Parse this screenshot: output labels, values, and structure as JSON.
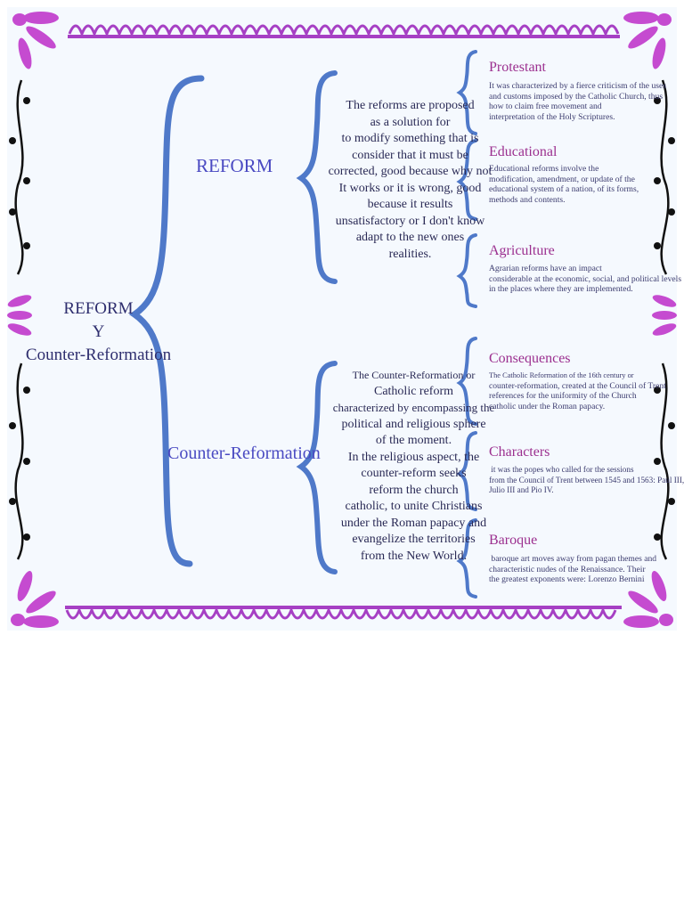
{
  "main_title": [
    "REFORM",
    "Y",
    "Counter-Reformation"
  ],
  "reform": {
    "label": "REFORM",
    "definition": [
      "The reforms are proposed",
      "as a solution for",
      "to modify something that is",
      "consider that it must be",
      "corrected, good because why not",
      "It works or it is wrong, good",
      "because it results",
      "unsatisfactory or I don't know",
      "adapt to the new ones",
      "realities."
    ],
    "types": [
      {
        "heading": "Protestant",
        "lines": [
          "It was characterized by a fierce criticism of the uses",
          "and customs imposed by the Catholic Church, thus",
          "how to claim free movement and",
          "interpretation of the Holy Scriptures."
        ]
      },
      {
        "heading": "Educational",
        "lines": [
          "Educational reforms involve the",
          "modification, amendment, or update of the",
          "educational system of a nation, of its forms,",
          "methods and contents."
        ]
      },
      {
        "heading": "Agriculture",
        "lines": [
          "Agrarian reforms have an impact",
          "considerable at the economic, social, and political levels",
          "in the places where they are implemented."
        ]
      }
    ]
  },
  "counter_reformation": {
    "label": "Counter-Reformation",
    "definition": [
      "The Counter-Reformation or",
      "Catholic reform",
      "characterized by encompassing the",
      "political and religious sphere",
      "of the moment.",
      "In the religious aspect, the",
      "counter-reform seeks",
      "reform the church",
      "catholic, to unite Christians",
      "under the Roman papacy and",
      "evangelize the territories",
      "from the New World."
    ],
    "aspects": [
      {
        "heading": "Consequences",
        "lines": [
          "The Catholic Reformation of the 16th century or",
          "counter-reformation, created at the Council of Trent",
          "references for the uniformity of the Church",
          "catholic under the Roman papacy."
        ]
      },
      {
        "heading": "Characters",
        "lines": [
          " it was the popes who called for the sessions",
          "from the Council of Trent between 1545 and 1563: Paul III,",
          "Julio III and Pio IV."
        ]
      },
      {
        "heading": "Baroque",
        "lines": [
          " baroque art moves away from pagan themes and",
          "characteristic nudes of the Renaissance. Their",
          "the greatest exponents were: Lorenzo Bernini"
        ]
      }
    ]
  },
  "colors": {
    "background": "#f5f9fe",
    "brace": "#4f79c9",
    "border_scallop": "#a640c4",
    "flower": "#c54bd0",
    "dots": "#111111",
    "heading": "#9b2f8f",
    "level1_label": "#4a4ac2"
  }
}
